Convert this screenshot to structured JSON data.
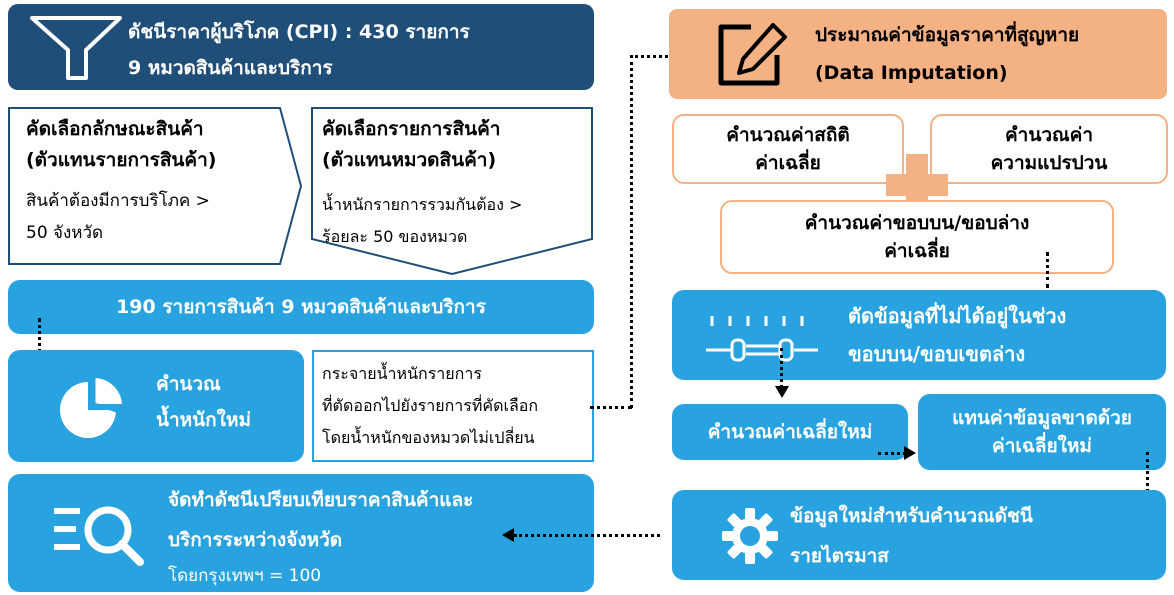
{
  "colors": {
    "navy": "#1f4e79",
    "blue": "#29a3e0",
    "orange": "#f4b183",
    "plus": "#f4b183"
  },
  "header": {
    "line1": "ดัชนีราคาผู้บริโภค (CPI) : 430 รายการ",
    "line2": "9 หมวดสินค้าและบริการ"
  },
  "step_a": {
    "title1": "คัดเลือกลักษณะสินค้า",
    "title2": "(ตัวแทนรายการสินค้า)",
    "body1": "สินค้าต้องมีการบริโภค >",
    "body2": "50 จังหวัด"
  },
  "step_b": {
    "title1": "คัดเลือกรายการสินค้า",
    "title2": "(ตัวแทนหมวดสินค้า)",
    "body1": "น้ำหนักรายการรวมกันต้อง >",
    "body2": "ร้อยละ 50 ของหมวด"
  },
  "summary": "190 รายการสินค้า 9 หมวดสินค้าและบริการ",
  "weights": {
    "line1": "คำนวณ",
    "line2": "น้ำหนักใหม่"
  },
  "distribute": {
    "line1": "กระจายน้ำหนักรายการ",
    "line2": "ที่ตัดออกไปยังรายการที่คัดเลือก",
    "line3": "โดยน้ำหนักของหมวดไม่เปลี่ยน"
  },
  "index": {
    "line1": "จัดทำดัชนีเปรียบเทียบราคาสินค้าและ",
    "line2": "บริการระหว่างจังหวัด",
    "note": "โดยกรุงเทพฯ = 100"
  },
  "imputation": {
    "line1": "ประมาณค่าข้อมูลราคาที่สูญหาย",
    "line2": "(Data Imputation)"
  },
  "stat_mean": {
    "line1": "คำนวณค่าสถิติ",
    "line2": "ค่าเฉลี่ย"
  },
  "stat_var": {
    "line1": "คำนวณค่า",
    "line2": "ความแปรปวน"
  },
  "bounds": {
    "line1": "คำนวณค่าขอบบน/ขอบล่าง",
    "line2": "ค่าเฉลี่ย"
  },
  "cut": {
    "line1": "ตัดข้อมูลที่ไม่ได้อยู่ในช่วง",
    "line2": "ขอบบน/ขอบเขตล่าง"
  },
  "new_mean": "คำนวณค่าเฉลี่ยใหม่",
  "replace": {
    "line1": "แทนค่าข้อมูลขาดด้วย",
    "line2": "ค่าเฉลี่ยใหม่"
  },
  "new_data": {
    "line1": "ข้อมูลใหม่สำหรับคำนวณดัชนี",
    "line2": "รายไตรมาส"
  }
}
